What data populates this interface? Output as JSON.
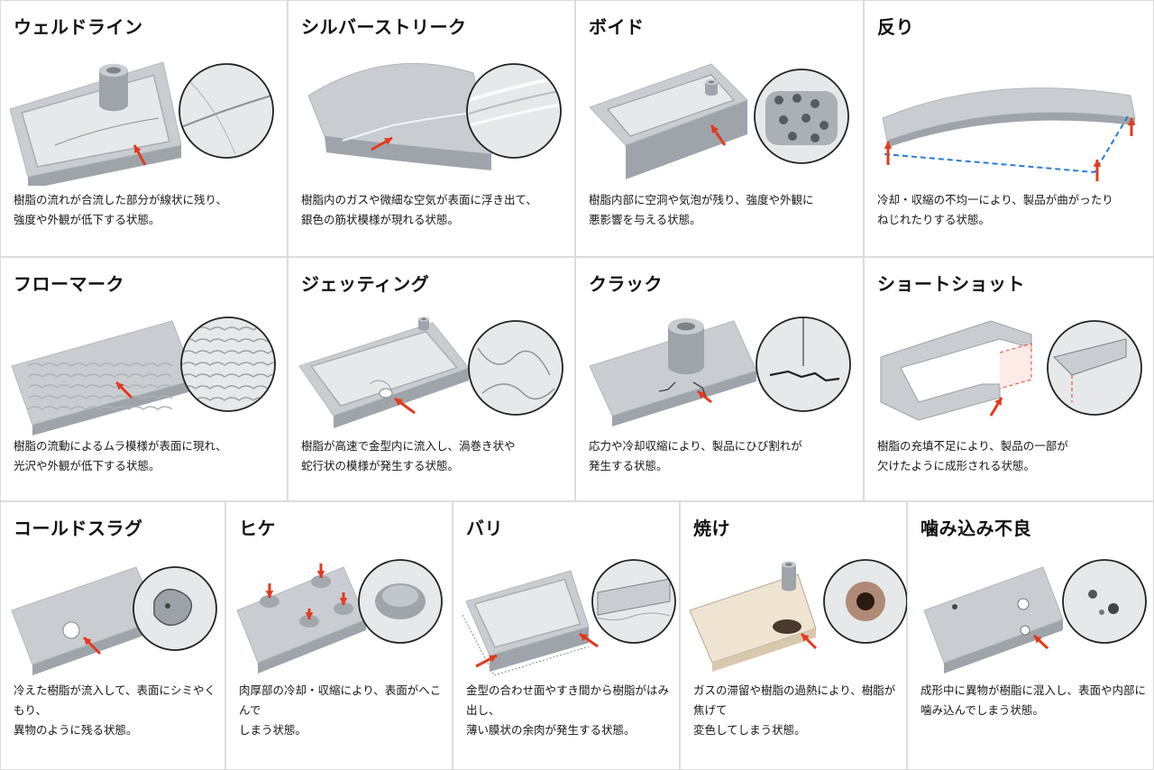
{
  "colors": {
    "part": "#c9cdd1",
    "part_dark": "#9ea4aa",
    "part_light": "#e6e8ea",
    "arrow": "#e23a1f",
    "guide": "#2a7bd6",
    "burn": "#2a1a10",
    "beige": "#efe4d2"
  },
  "defects": [
    {
      "title": "ウェルドライン",
      "description": "樹脂の流れが合流した部分が線状に残り、\n強度や外観が低下する状態。",
      "icon": "weld-line-illustration"
    },
    {
      "title": "シルバーストリーク",
      "description": "樹脂内のガスや微細な空気が表面に浮き出て、\n銀色の筋状模様が現れる状態。",
      "icon": "silver-streak-illustration"
    },
    {
      "title": "ボイド",
      "description": "樹脂内部に空洞や気泡が残り、強度や外観に\n悪影響を与える状態。",
      "icon": "void-illustration"
    },
    {
      "title": "反り",
      "description": "冷却・収縮の不均一により、製品が曲がったり\nねじれたりする状態。",
      "icon": "warpage-illustration"
    },
    {
      "title": "フローマーク",
      "description": "樹脂の流動によるムラ模様が表面に現れ、\n光沢や外観が低下する状態。",
      "icon": "flow-mark-illustration"
    },
    {
      "title": "ジェッティング",
      "description": "樹脂が高速で金型内に流入し、渦巻き状や\n蛇行状の模様が発生する状態。",
      "icon": "jetting-illustration"
    },
    {
      "title": "クラック",
      "description": "応力や冷却収縮により、製品にひび割れが\n発生する状態。",
      "icon": "crack-illustration"
    },
    {
      "title": "ショートショット",
      "description": "樹脂の充填不足により、製品の一部が\n欠けたように成形される状態。",
      "icon": "short-shot-illustration"
    },
    {
      "title": "コールドスラグ",
      "description": "冷えた樹脂が流入して、表面にシミやくもり、\n異物のように残る状態。",
      "icon": "cold-slug-illustration"
    },
    {
      "title": "ヒケ",
      "description": "肉厚部の冷却・収縮により、表面がへこんで\nしまう状態。",
      "icon": "sink-mark-illustration"
    },
    {
      "title": "バリ",
      "description": "金型の合わせ面やすき間から樹脂がはみ出し、\n薄い膜状の余肉が発生する状態。",
      "icon": "flash-illustration"
    },
    {
      "title": "焼け",
      "description": "ガスの滞留や樹脂の過熱により、樹脂が焦げて\n変色してしまう状態。",
      "icon": "burn-mark-illustration"
    },
    {
      "title": "噛み込み不良",
      "description": "成形中に異物が樹脂に混入し、表面や内部に\n噛み込んでしまう状態。",
      "icon": "entrapment-illustration"
    }
  ]
}
